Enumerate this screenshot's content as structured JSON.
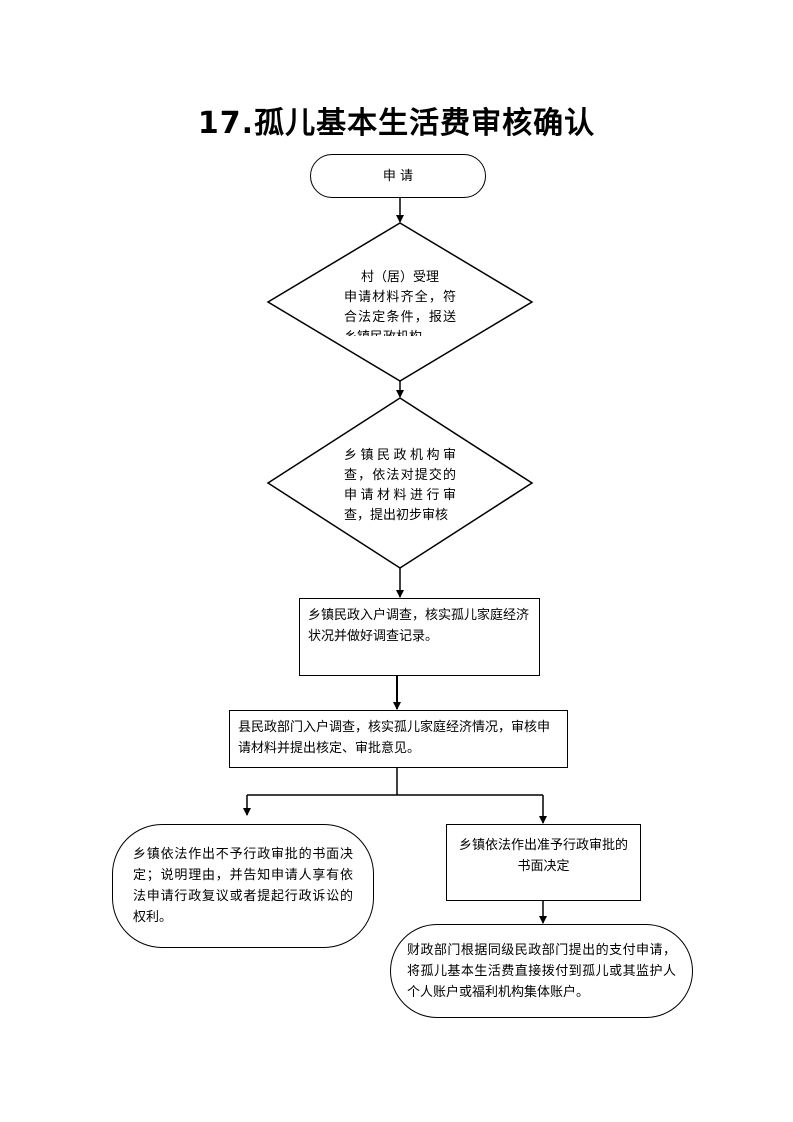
{
  "title": "17.孤儿基本生活费审核确认",
  "nodes": {
    "apply": "申 请",
    "village_accept": {
      "title": "村（居）受理",
      "body": "申请材料齐全，符合法定条件，报送乡镇民政机构"
    },
    "town_review": "乡镇民政机构审查，依法对提交的申请材料进行审查，提出初步审核",
    "town_survey": "乡镇民政入户调查，核实孤儿家庭经济状况并做好调查记录。",
    "county_survey": "县民政部门入户调查，核实孤儿家庭经济情况，审核申请材料并提出核定、审批意见。",
    "reject": "乡镇依法作出不予行政审批的书面决定；说明理由，并告知申请人享有依法申请行政复议或者提起行政诉讼的权利。",
    "approve": "乡镇依法作出准予行政审批的书面决定",
    "finance": "财政部门根据同级民政部门提出的支付申请，将孤儿基本生活费直接拨付到孤儿或其监护人个人账户或福利机构集体账户。"
  }
}
